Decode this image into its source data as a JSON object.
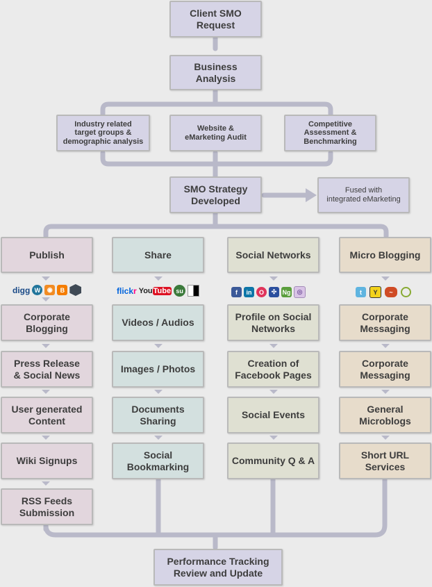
{
  "nodes": {
    "client_request": "Client SMO\nRequest",
    "business_analysis": "Business\nAnalysis",
    "industry": "Industry related\ntarget groups &\ndemographic analysis",
    "website_audit": "Website &\neMarketing Audit",
    "competitive": "Competitive\nAssessment &\nBenchmarking",
    "strategy": "SMO Strategy\nDeveloped",
    "fused": "Fused with\nintegrated eMarketing",
    "performance": "Performance Tracking\nReview and Update"
  },
  "columns": {
    "publish": {
      "header": "Publish",
      "items": [
        "Corporate\nBlogging",
        "Press Release\n& Social News",
        "User generated\nContent",
        "Wiki Signups",
        "RSS Feeds\nSubmission"
      ]
    },
    "share": {
      "header": "Share",
      "items": [
        "Videos / Audios",
        "Images / Photos",
        "Documents\nSharing",
        "Social\nBookmarking"
      ]
    },
    "social": {
      "header": "Social Networks",
      "items": [
        "Profile on Social\nNetworks",
        "Creation of\nFacebook Pages",
        "Social Events",
        "Community Q & A"
      ]
    },
    "micro": {
      "header": "Micro Blogging",
      "items": [
        "Corporate\nMessaging",
        "Corporate\nMessaging",
        "General\nMicroblogs",
        "Short URL\nServices"
      ]
    }
  },
  "icons": {
    "publish": [
      "digg-icon",
      "wordpress-icon",
      "rss-icon",
      "blogger-icon",
      "hexagon-icon"
    ],
    "share": [
      "flickr-icon",
      "youtube-icon",
      "stumbleupon-icon",
      "delicious-icon"
    ],
    "social": [
      "facebook-icon",
      "linkedin-icon",
      "orkut-icon",
      "myspace-icon",
      "ning-icon",
      "misc-icon"
    ],
    "micro": [
      "twitter-icon",
      "yammer-icon",
      "plurk-icon",
      "pownce-icon"
    ]
  },
  "logo_text": {
    "digg": "digg",
    "flickr_a": "flick",
    "flickr_b": "r",
    "youtube_a": "You",
    "youtube_b": "Tube"
  },
  "colors": {
    "lavender": "#d6d4e6",
    "pink": "#e2d6dd",
    "teal": "#d3e0df",
    "olive": "#dfe0d2",
    "beige": "#e7dccb",
    "connector": "#b9b9c9"
  }
}
